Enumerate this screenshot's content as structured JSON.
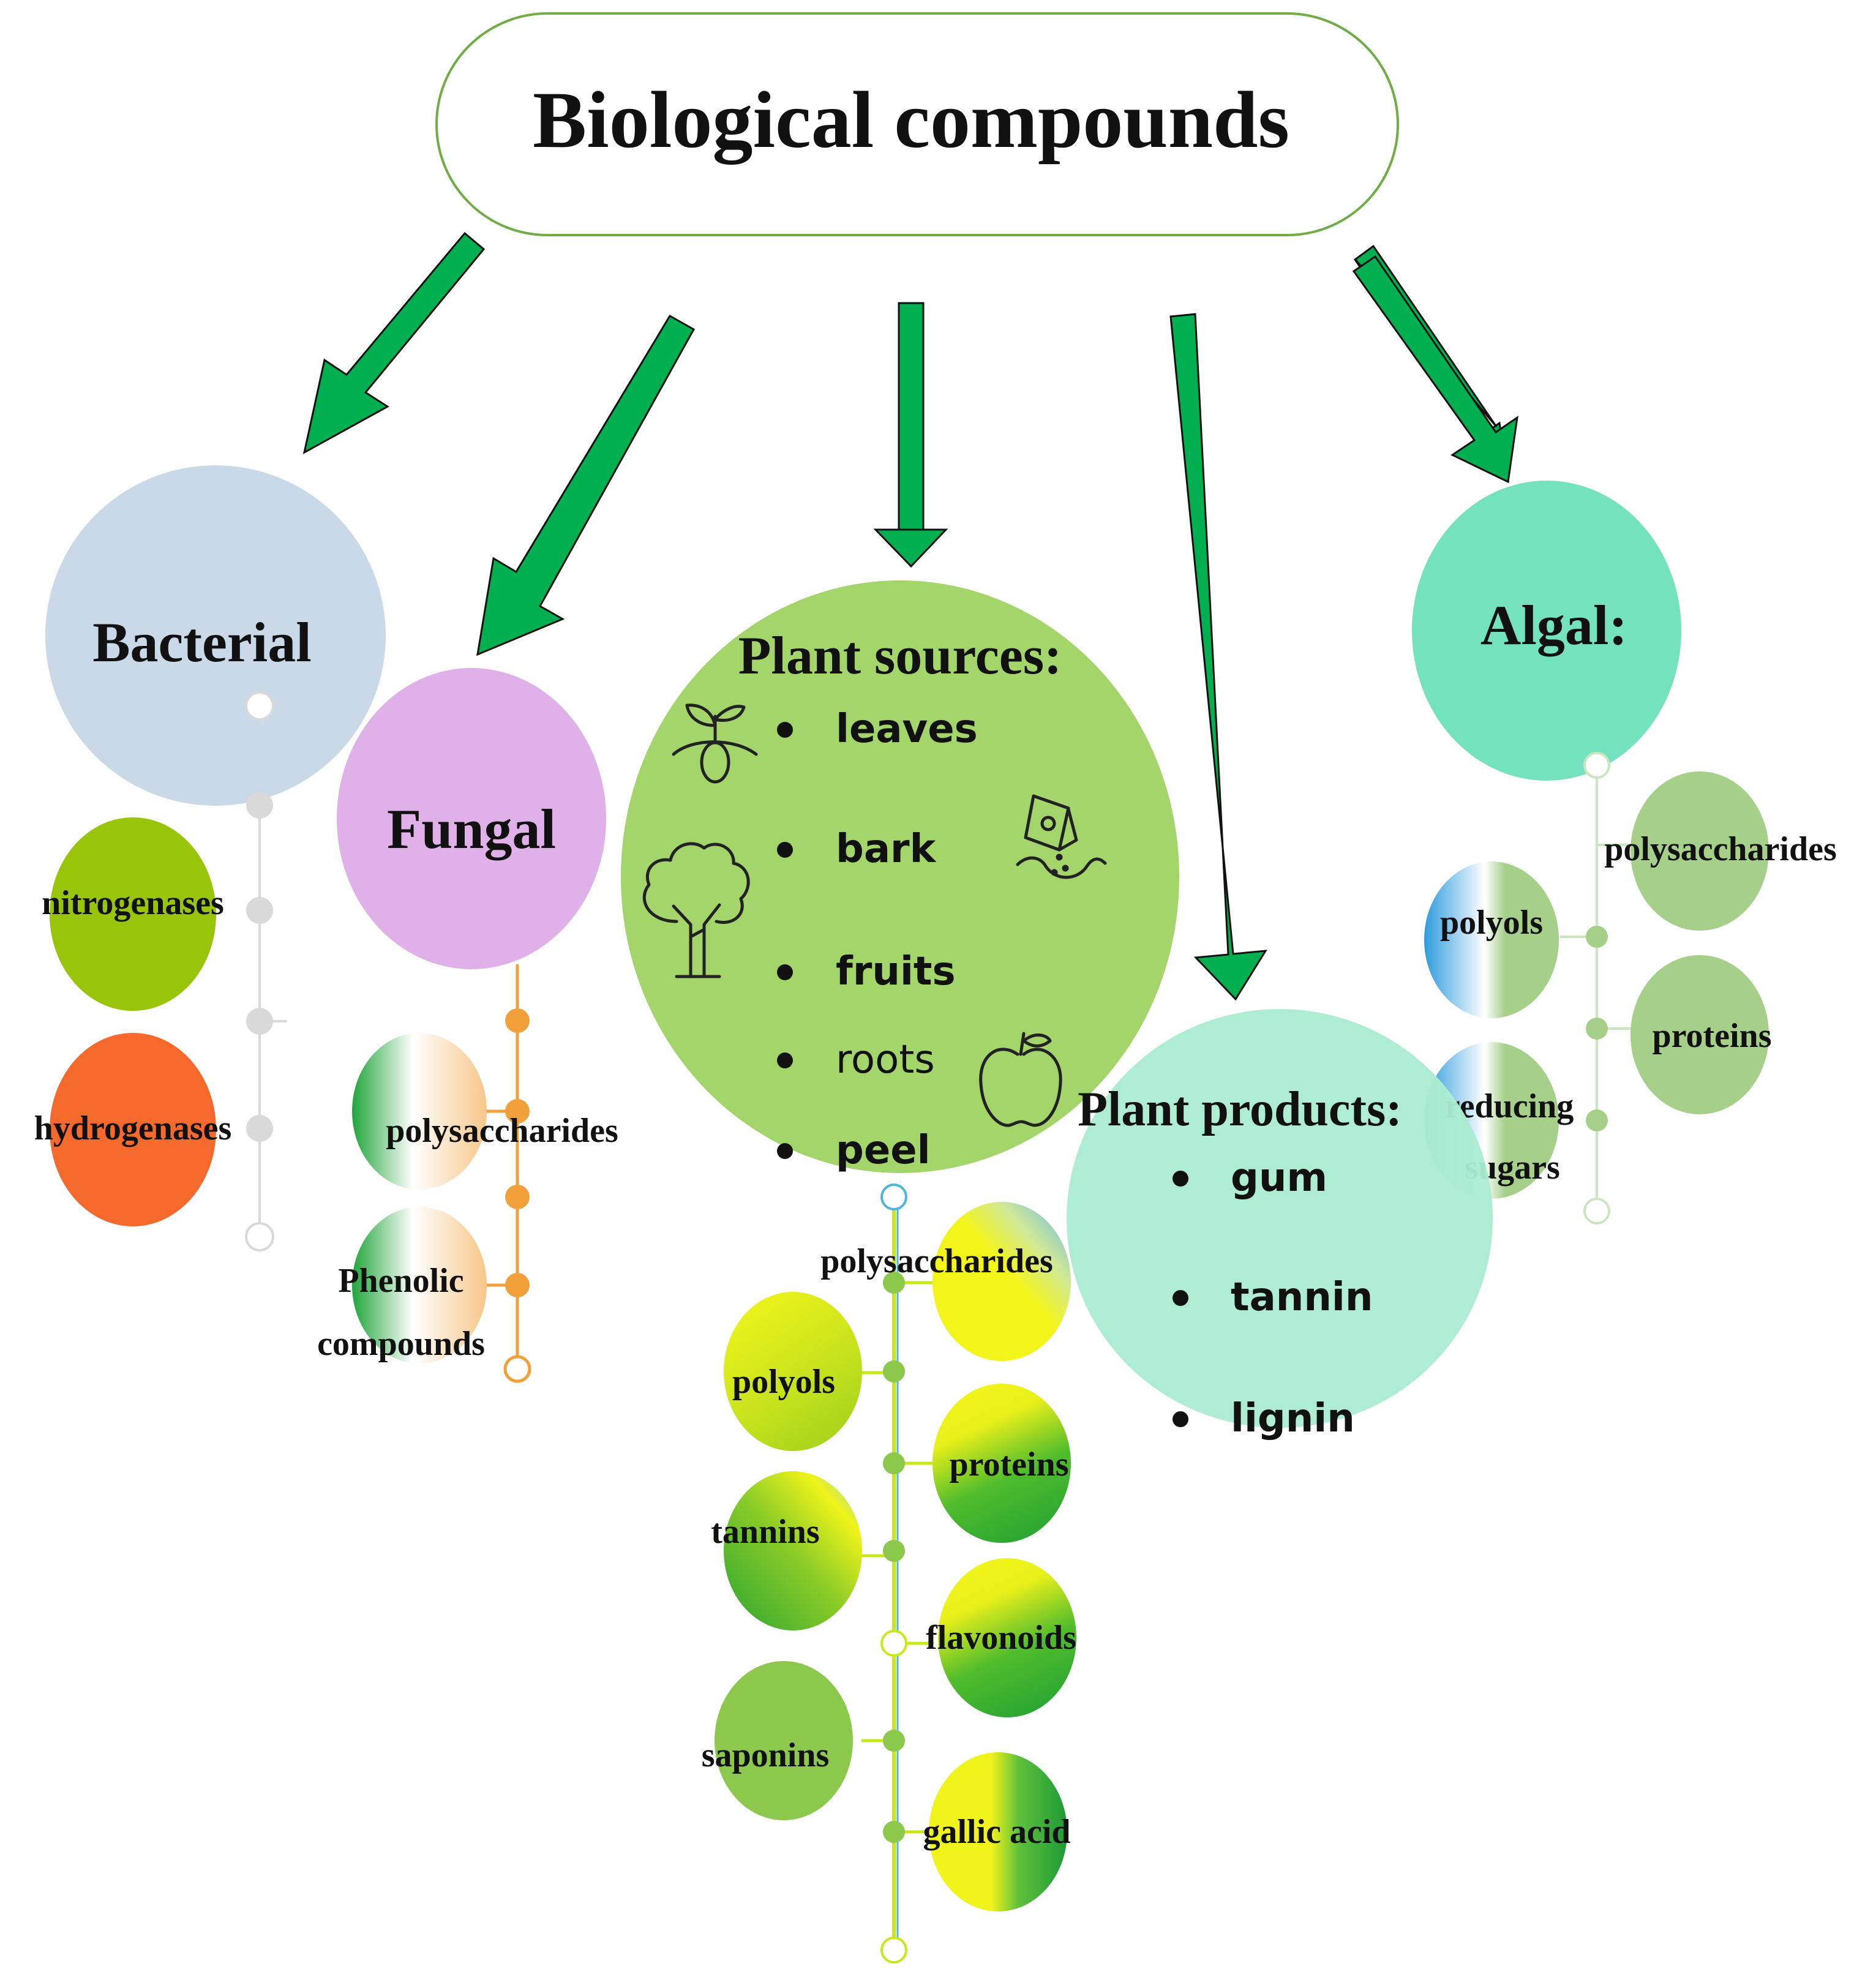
{
  "title": "Biological compounds",
  "categories": {
    "bacterial": {
      "label": "Bacterial",
      "compounds": [
        "nitrogenases",
        "hydrogenases"
      ]
    },
    "fungal": {
      "label": "Fungal",
      "compounds": [
        "polysaccharides",
        "Phenolic",
        "compounds"
      ]
    },
    "plant_sources": {
      "label": "Plant sources:",
      "items": [
        "leaves",
        "bark",
        "fruits",
        "roots",
        "peel"
      ],
      "compounds": [
        "polysaccharides",
        "polyols",
        "proteins",
        "tannins",
        "flavonoids",
        "saponins",
        "gallic acid"
      ]
    },
    "plant_products": {
      "label": "Plant products:",
      "items": [
        "gum",
        "tannin",
        "lignin"
      ]
    },
    "algal": {
      "label": "Algal:",
      "compounds": [
        "polysaccharides",
        "polyols",
        "proteins",
        "reducing",
        "sugars"
      ]
    }
  },
  "icons": [
    "sprout-icon",
    "tree-icon",
    "seed-packet-icon",
    "apple-icon"
  ],
  "colors": {
    "arrow": "#00b050",
    "arrow_outline": "#000000",
    "title_border": "#70ad47",
    "bacterial": "#c9d9e8",
    "fungal": "#e0b0e8",
    "plant_sources": "#a3d56a",
    "plant_products": "#abecd1",
    "algal": "#74e2bd",
    "nitrogenases": "#98c40a",
    "hydrogenases": "#f5692d",
    "fungal_line": "#f2a13a",
    "bacterial_line": "#d9d9d9"
  }
}
